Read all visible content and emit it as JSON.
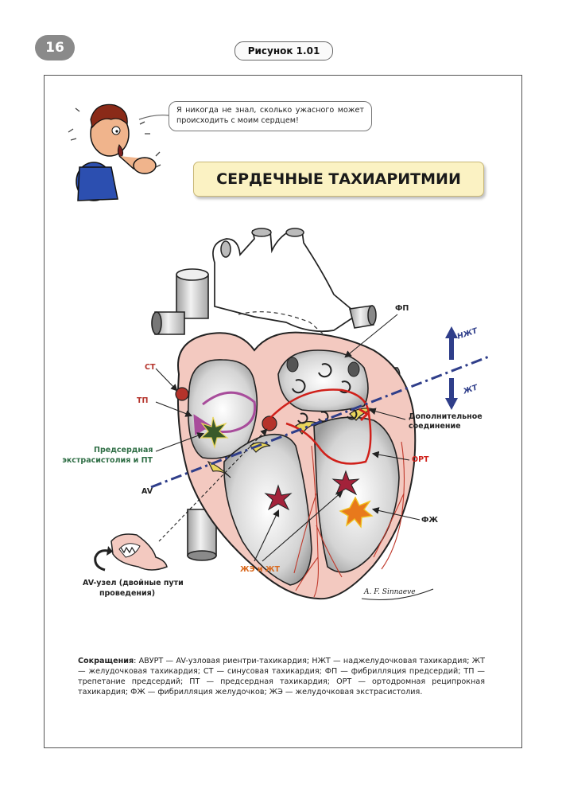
{
  "page_number": "16",
  "figure_label": "Рисунок 1.01",
  "speech_text": "Я никогда не знал, сколько ужасного может происходить с моим сердцем!",
  "title": "СЕРДЕЧНЫЕ ТАХИАРИТМИИ",
  "labels": {
    "st": "СТ",
    "tp": "ТП",
    "pe_line1": "Предсердная",
    "pe_line2": "экстрасистолия и ПТ",
    "av": "AV",
    "fp": "ФП",
    "nzht": "НЖТ",
    "zht": "ЖТ",
    "accessory_line1": "Дополнительное",
    "accessory_line2": "соединение",
    "ort": "ОРТ",
    "fzh": "ФЖ",
    "zhe_zht": "ЖЭ и ЖТ",
    "av_node_line1": "AV-узел (двойные пути",
    "av_node_line2": "проведения)",
    "signature": "A. F. Sinnaeve"
  },
  "abbreviations": {
    "heading": "Сокращения",
    "text": ": АВУРТ — AV-узловая риентри-тахикардия; НЖТ — наджелудочковая тахикардия; ЖТ — желудочковая тахикардия; СТ — синусовая тахикардия; ФП — фибрилляция предсердий; ТП — трепетание предсердий; ПТ — предсердная тахикардия; ОРТ — ортодромная реципрокная тахикардия; ФЖ — фибрилляция желудочков; ЖЭ — желудочковая экстрасистолия."
  },
  "colors": {
    "label_red": "#b5332b",
    "label_green": "#2f6e45",
    "label_orange": "#d9691e",
    "arrow_blue": "#2f3e8a",
    "title_bg": "#fbf2c3",
    "heart_pink": "#f3c9c0"
  }
}
